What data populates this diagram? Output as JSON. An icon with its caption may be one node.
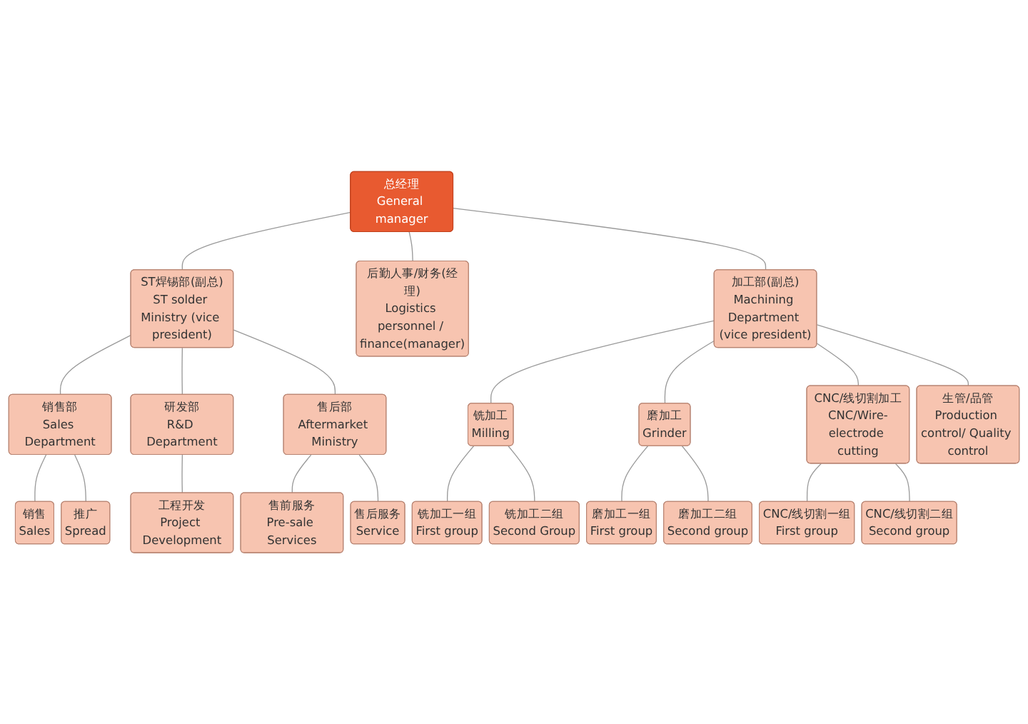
{
  "diagram": {
    "nodes": [
      {
        "text": [
          "总经理",
          "General manager"
        ]
      },
      {
        "text": [
          "ST焊锡部(副总)",
          "ST solder Ministry (vice president)"
        ]
      },
      {
        "text": [
          "加工部(副总)",
          "Machining Department (vice president)"
        ]
      },
      {
        "text": [
          "后勤人事/财务(经理)",
          "Logistics personnel / finance(manager)"
        ]
      },
      {
        "text": [
          "销售部",
          "Sales Department"
        ]
      },
      {
        "text": [
          "研发部",
          "R&D Department"
        ]
      },
      {
        "text": [
          "售后部",
          "Aftermarket Ministry"
        ]
      },
      {
        "text": [
          "铣加工",
          "Milling"
        ]
      },
      {
        "text": [
          "磨加工",
          "Grinder"
        ]
      },
      {
        "text": [
          "CNC/线切割加工",
          "CNC/Wire-electrode cutting"
        ]
      },
      {
        "text": [
          "生管/品管",
          "Production control/ Quality control"
        ]
      },
      {
        "text": [
          "工程开发",
          "Project Development"
        ]
      },
      {
        "text": [
          "铣加工一组",
          "First group"
        ]
      },
      {
        "text": [
          "磨加工一组",
          "First group"
        ]
      },
      {
        "text": [
          "CNC/线切割一组",
          "First group"
        ]
      },
      {
        "text": [
          "销售",
          "Sales"
        ]
      },
      {
        "text": [
          "售前服务",
          "Pre-sale Services"
        ]
      },
      {
        "text": [
          "铣加工二组",
          "Second Group"
        ]
      },
      {
        "text": [
          "磨加工二组",
          "Second group"
        ]
      },
      {
        "text": [
          "CNC/线切割二组",
          "Second group"
        ]
      },
      {
        "text": [
          "推广",
          "Spread"
        ]
      },
      {
        "text": [
          "售后服务",
          "Service"
        ]
      }
    ],
    "edges": [
      {
        "from": 0,
        "to": 1,
        "arrow": "none"
      },
      {
        "from": 0,
        "to": 2,
        "arrow": "none"
      },
      {
        "from": 0,
        "to": 3,
        "arrow": "none"
      },
      {
        "from": 1,
        "to": 4,
        "arrow": "none"
      },
      {
        "from": 1,
        "to": 5,
        "arrow": "none"
      },
      {
        "from": 1,
        "to": 6,
        "arrow": "none"
      },
      {
        "from": 2,
        "to": 7,
        "arrow": "none"
      },
      {
        "from": 2,
        "to": 8,
        "arrow": "none"
      },
      {
        "from": 2,
        "to": 9,
        "arrow": "none"
      },
      {
        "from": 2,
        "to": 10,
        "arrow": "none"
      },
      {
        "from": 5,
        "to": 11,
        "arrow": "none"
      },
      {
        "from": 4,
        "to": 15,
        "arrow": "none"
      },
      {
        "from": 4,
        "to": 20,
        "arrow": "none"
      },
      {
        "from": 6,
        "to": 16,
        "arrow": "none"
      },
      {
        "from": 6,
        "to": 21,
        "arrow": "none"
      },
      {
        "from": 7,
        "to": 12,
        "arrow": "none"
      },
      {
        "from": 7,
        "to": 17,
        "arrow": "none"
      },
      {
        "from": 8,
        "to": 13,
        "arrow": "none"
      },
      {
        "from": 8,
        "to": 18,
        "arrow": "none"
      },
      {
        "from": 9,
        "to": 14,
        "arrow": "none"
      },
      {
        "from": 9,
        "to": 19,
        "arrow": "none"
      }
    ]
  }
}
